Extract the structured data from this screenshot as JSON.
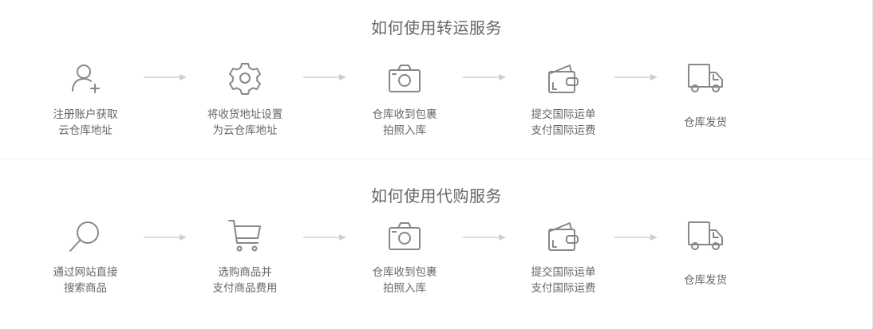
{
  "transfer": {
    "title": "如何使用转运服务",
    "steps": [
      {
        "icon": "user-add-icon",
        "line1": "注册账户获取",
        "line2": "云仓库地址"
      },
      {
        "icon": "gear-icon",
        "line1": "将收货地址设置",
        "line2": "为云仓库地址"
      },
      {
        "icon": "camera-icon",
        "line1": "仓库收到包裹",
        "line2": "拍照入库"
      },
      {
        "icon": "wallet-icon",
        "line1": "提交国际运单",
        "line2": "支付国际运费"
      },
      {
        "icon": "truck-icon",
        "line1": "仓库发货",
        "line2": ""
      }
    ]
  },
  "purchase": {
    "title": "如何使用代购服务",
    "steps": [
      {
        "icon": "search-icon",
        "line1": "通过网站直接",
        "line2": "搜索商品"
      },
      {
        "icon": "cart-icon",
        "line1": "选购商品并",
        "line2": "支付商品费用"
      },
      {
        "icon": "camera-icon",
        "line1": "仓库收到包裹",
        "line2": "拍照入库"
      },
      {
        "icon": "wallet-icon",
        "line1": "提交国际运单",
        "line2": "支付国际运费"
      },
      {
        "icon": "truck-icon",
        "line1": "仓库发货",
        "line2": ""
      }
    ]
  }
}
